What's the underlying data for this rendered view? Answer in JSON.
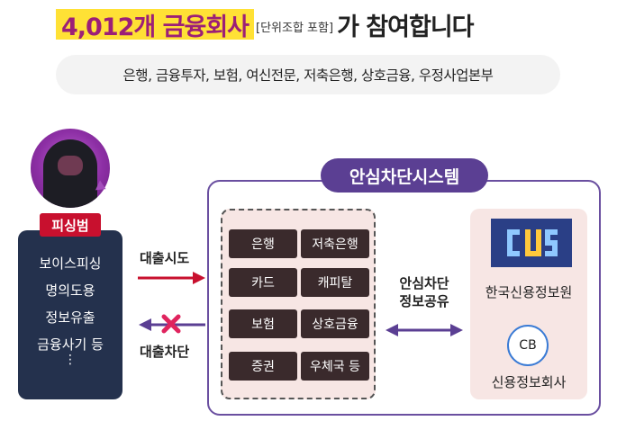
{
  "header": {
    "title_highlight": "4,012개 금융회사",
    "title_note": "[단위조합 포함]",
    "title_rest": "가 참여합니다",
    "subtitle": "은행, 금융투자, 보험, 여신전문, 저축은행, 상호금융, 우정사업본부"
  },
  "phisher": {
    "tag": "피싱범",
    "items": [
      "보이스피싱",
      "명의도용",
      "정보유출",
      "금융사기 등"
    ],
    "more": "⋮"
  },
  "flows": {
    "loan_attempt": "대출시도",
    "loan_block": "대출차단",
    "info_share": [
      "안심차단",
      "정보공유"
    ]
  },
  "system": {
    "title": "안심차단시스템",
    "institutions": [
      "은행",
      "저축은행",
      "카드",
      "캐피탈",
      "보험",
      "상호금융",
      "증권",
      "우체국 등"
    ]
  },
  "info_providers": {
    "kcis": "한국신용정보원",
    "cb_badge": "CB",
    "cb": "신용정보회사"
  },
  "colors": {
    "highlight": "#ffe135",
    "title_magenta": "#9c1f77",
    "phisher_red": "#c8102e",
    "navy": "#24314d",
    "system_purple": "#5b3f93",
    "attempt_arrow": "#c8102e",
    "block_arrow": "#5b3f93",
    "panel_pink": "#f7e6e4"
  }
}
